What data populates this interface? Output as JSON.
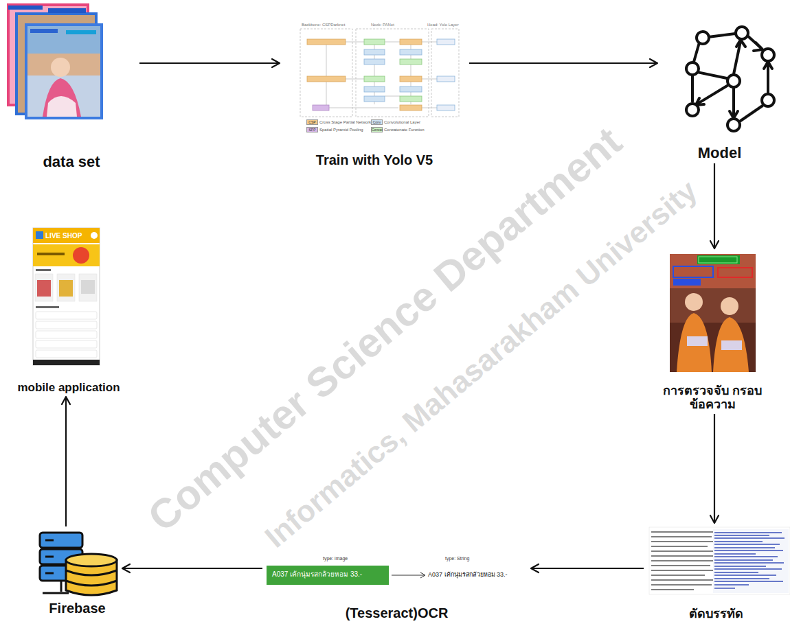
{
  "diagram": {
    "nodes": [
      {
        "text": [
          "data set"
        ]
      },
      {
        "text": [
          "Train with Yolo V5"
        ]
      },
      {
        "text": [
          "Model"
        ]
      },
      {
        "text": [
          "การตรวจจับ กรอบข้อความ"
        ]
      },
      {
        "text": [
          "ตัดบรรทัด"
        ]
      },
      {
        "text": [
          "(Tesseract)OCR"
        ]
      },
      {
        "text": [
          "Firebase"
        ]
      },
      {
        "text": [
          "mobile application"
        ]
      }
    ],
    "edges": [
      {
        "from": 0,
        "to": 1,
        "arrow": "to"
      },
      {
        "from": 1,
        "to": 2,
        "arrow": "to"
      },
      {
        "from": 2,
        "to": 3,
        "arrow": "to"
      },
      {
        "from": 3,
        "to": 4,
        "arrow": "to"
      },
      {
        "from": 4,
        "to": 5,
        "arrow": "to"
      },
      {
        "from": 5,
        "to": 6,
        "arrow": "to"
      },
      {
        "from": 6,
        "to": 7,
        "arrow": "to"
      }
    ],
    "labels": [
      "Computer Science Department",
      "Informatics, Mahasarakham University",
      "Backbone: CSPDarknet",
      "Neck: PANet",
      "Head: Yolo Layer",
      "CSP",
      "Conv",
      "SPP",
      "Concat",
      "LIVE SHOP",
      "type: image",
      "A037 เค้กนุ่มรสกล้วยหอม 33.-",
      "type: String",
      "A037 เค้กนุ่มรสกล้วยหอม 33.-"
    ],
    "legend": [
      {
        "text": "Cross Stage Partial Network",
        "color": "#f3c98b"
      },
      {
        "text": "Convolutional Layer",
        "color": "#cfe2f3"
      },
      {
        "text": "Spatial Pyramid Pooling",
        "color": "#d7b8e8"
      },
      {
        "text": "Concatenate Function",
        "color": "#c9eec0"
      }
    ]
  }
}
